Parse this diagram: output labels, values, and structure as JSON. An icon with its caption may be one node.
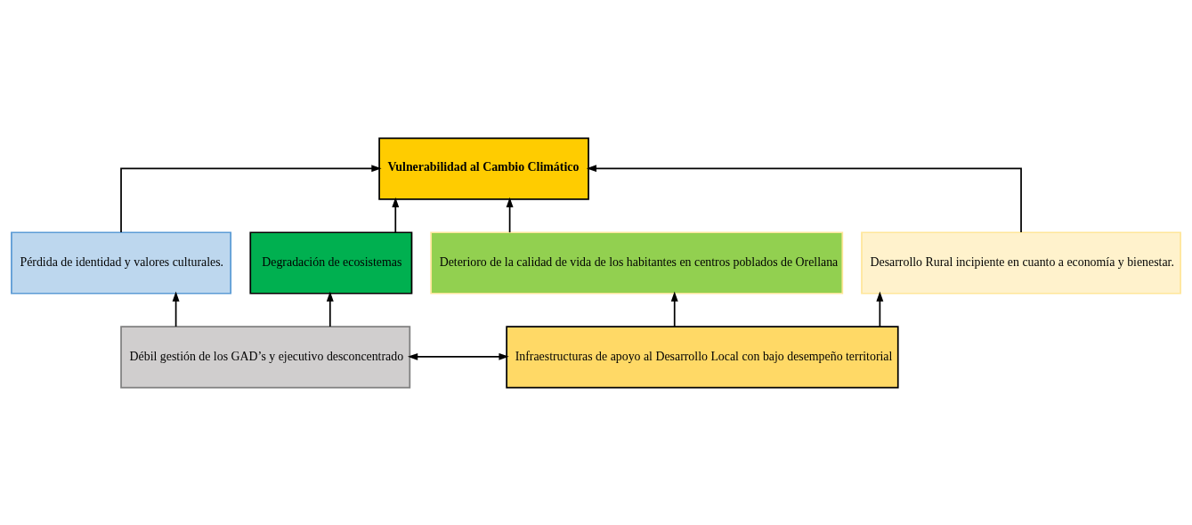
{
  "diagram": {
    "nodes": [
      {
        "text": [
          "Vulnerabilidad al Cambio Climático"
        ]
      },
      {
        "text": [
          "Pérdida de identidad y valores culturales."
        ]
      },
      {
        "text": [
          "Degradación de ecosistemas"
        ]
      },
      {
        "text": [
          "Deterioro de la calidad de vida de los habitantes en centros poblados de Orellana"
        ]
      },
      {
        "text": [
          "Desarrollo Rural incipiente en cuanto a economía y bienestar."
        ]
      },
      {
        "text": [
          "Débil gestión de los GAD’s y ejecutivo desconcentrado"
        ]
      },
      {
        "text": [
          "Infraestructuras de apoyo al Desarrollo Local con bajo desempeño territorial"
        ]
      }
    ],
    "edges": [
      {
        "from": 1,
        "to": 0,
        "arrow": "to"
      },
      {
        "from": 2,
        "to": 0,
        "arrow": "to"
      },
      {
        "from": 3,
        "to": 0,
        "arrow": "to"
      },
      {
        "from": 4,
        "to": 0,
        "arrow": "to"
      },
      {
        "from": 5,
        "to": 1,
        "arrow": "to"
      },
      {
        "from": 5,
        "to": 2,
        "arrow": "to"
      },
      {
        "from": 6,
        "to": 3,
        "arrow": "to"
      },
      {
        "from": 6,
        "to": 4,
        "arrow": "to"
      },
      {
        "from": 5,
        "to": 6,
        "arrow": "both"
      }
    ]
  }
}
